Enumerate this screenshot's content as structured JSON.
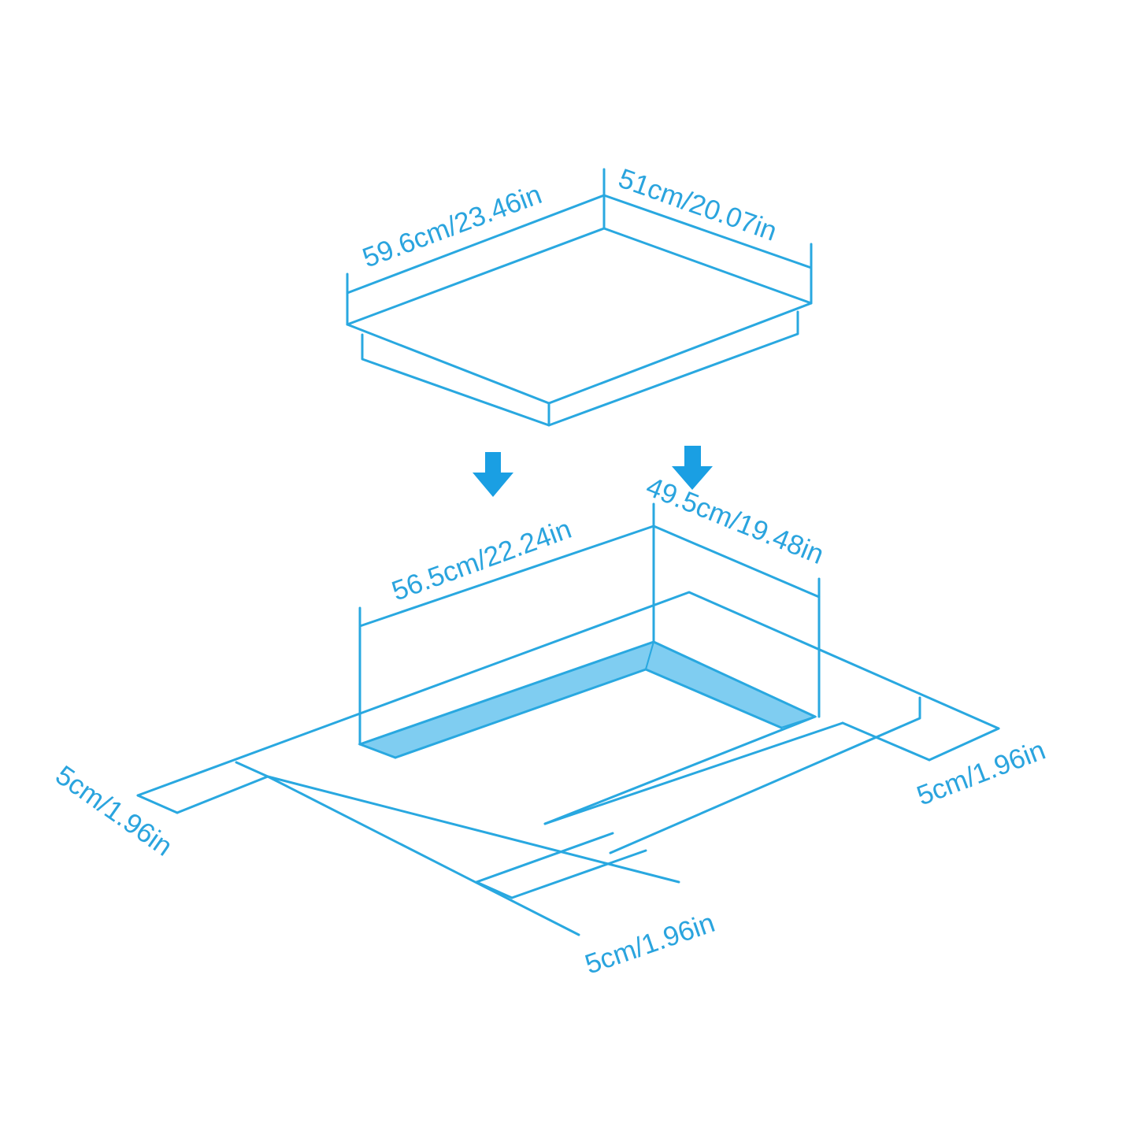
{
  "colors": {
    "line": "#29a8e0",
    "cutout_fill": "#7fcdf1",
    "arrow": "#1a9fe3",
    "label": "#2aa4de",
    "background": "#ffffff"
  },
  "hob": {
    "width_label": "59.6cm/23.46in",
    "depth_label": "51cm/20.07in"
  },
  "arrows": [
    {
      "name": "down-arrow-left-icon",
      "direction": "down"
    },
    {
      "name": "down-arrow-right-icon",
      "direction": "down"
    }
  ],
  "cutout": {
    "width_label": "56.5cm/22.24in",
    "depth_label": "49.5cm/19.48in"
  },
  "clearances": {
    "left": "5cm/1.96in",
    "right": "5cm/1.96in",
    "front": "5cm/1.96in"
  }
}
